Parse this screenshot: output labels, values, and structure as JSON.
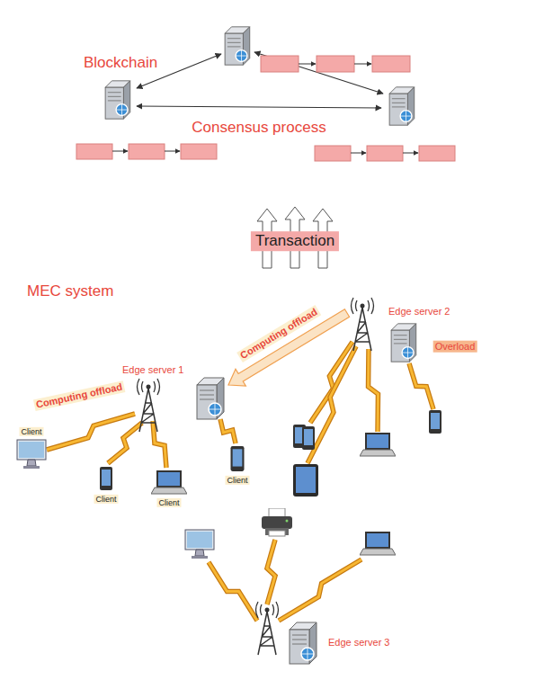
{
  "diagram": {
    "nodes": [
      {
        "text": [
          "Blockchain"
        ]
      },
      {
        "text": [
          "MEC system"
        ]
      },
      {
        "text": [
          "Edge server 1"
        ],
        "in": 1
      },
      {
        "text": [
          "Edge server 2"
        ],
        "in": 1
      },
      {
        "text": [
          "Edge server 3"
        ],
        "in": 1
      }
    ],
    "edges": [
      {
        "from": 1,
        "to": 0,
        "label": "Transaction",
        "arrow": "to"
      }
    ],
    "labels": [
      "Consensus process",
      "Overload",
      "Computing offload",
      "Computing offload",
      "Client",
      "Client",
      "Client",
      "Client"
    ]
  }
}
